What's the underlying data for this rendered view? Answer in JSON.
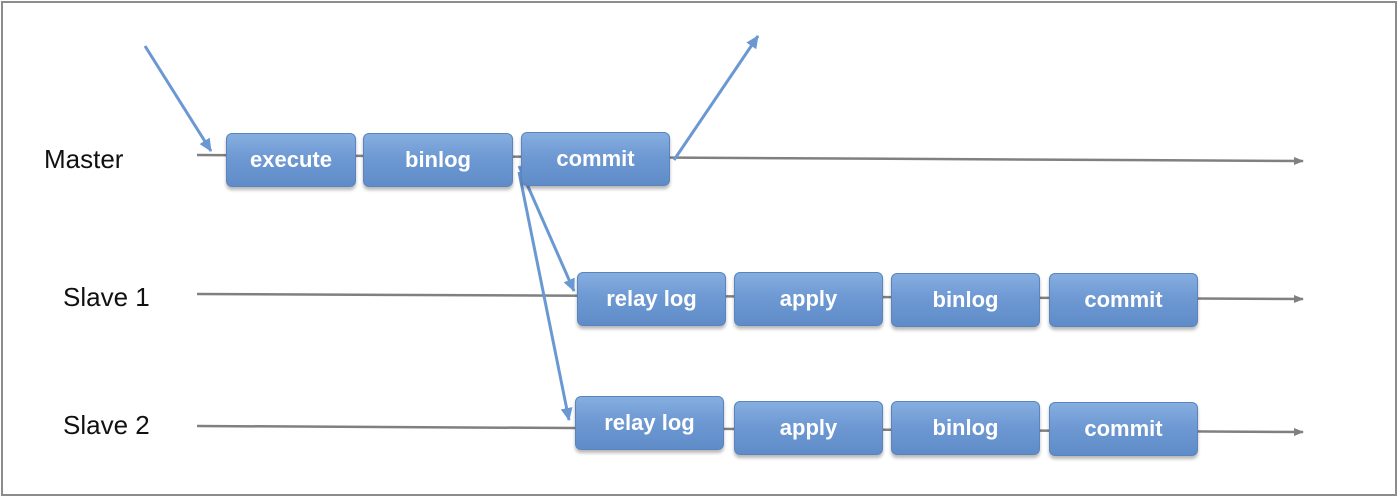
{
  "lanes": {
    "master": {
      "label": "Master",
      "steps": [
        "execute",
        "binlog",
        "commit"
      ]
    },
    "slave1": {
      "label": "Slave 1",
      "steps": [
        "relay log",
        "apply",
        "binlog",
        "commit"
      ]
    },
    "slave2": {
      "label": "Slave 2",
      "steps": [
        "relay log",
        "apply",
        "binlog",
        "commit"
      ]
    }
  },
  "colors": {
    "box_fill": "#6e99d3",
    "box_border": "#5a84bd",
    "arrow_blue": "#6a98d2",
    "timeline_gray": "#808080",
    "frame_border": "#8c8c8c"
  }
}
